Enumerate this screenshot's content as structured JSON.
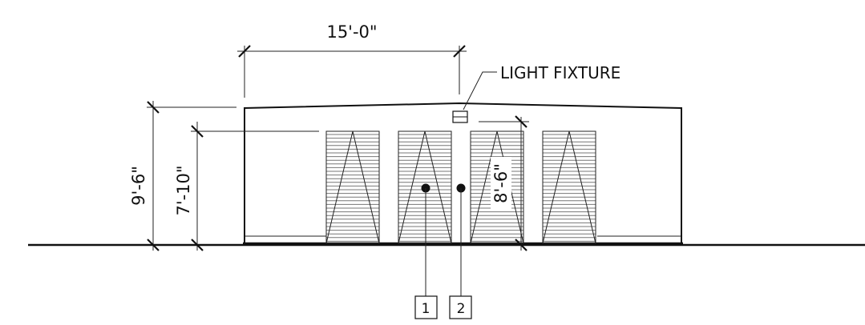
{
  "dimensions": {
    "width_label": "15'-0\"",
    "height_label": "9'-6\"",
    "door_height_label": "7'-10\"",
    "clear_height_label": "8'-6\""
  },
  "callout": {
    "label": "LIGHT FIXTURE"
  },
  "tags": {
    "tag_1": "1",
    "tag_2": "2"
  }
}
